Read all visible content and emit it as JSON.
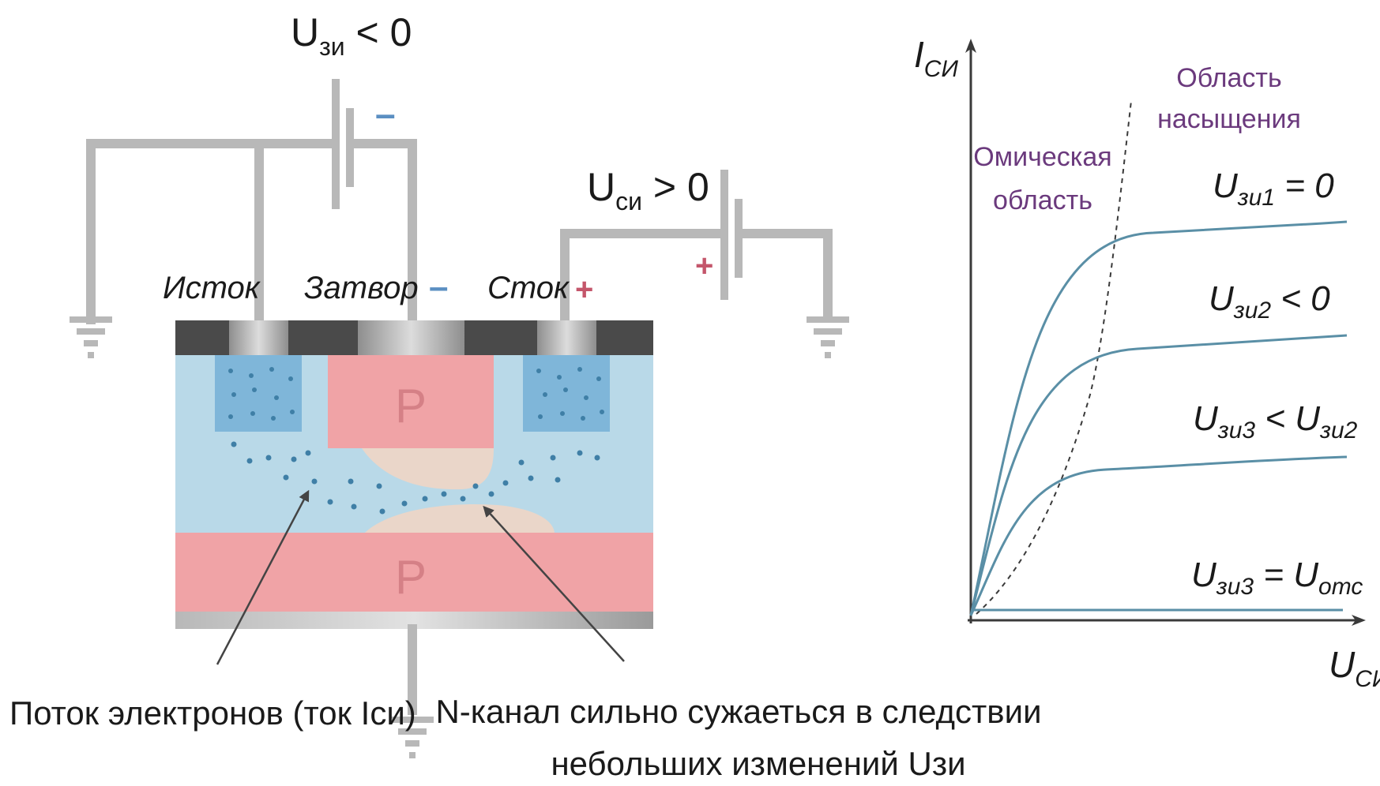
{
  "device": {
    "gate_voltage_label": {
      "main": "U",
      "sub": "зи",
      "rest": " < 0"
    },
    "drain_voltage_label": {
      "main": "U",
      "sub": "си",
      "rest": " > 0"
    },
    "source_label": "Исток",
    "gate_label": "Затвор",
    "drain_label": "Сток",
    "minus_sign": "–",
    "plus_sign": "+",
    "gate_region_letter": "P",
    "substrate_region_letter": "P",
    "electron_flow_caption": "Поток электронов (ток Iси)",
    "channel_caption_line1": "N-канал сильно сужаеться в следствии",
    "channel_caption_line2": "небольших изменений Uзи"
  },
  "graph": {
    "y_axis_label": {
      "main": "I",
      "sub": "СИ"
    },
    "x_axis_label": {
      "main": "U",
      "sub": "СИ"
    },
    "ohmic_region": {
      "line1": "Омическая",
      "line2": "область"
    },
    "saturation_region": {
      "line1": "Область",
      "line2": "насыщения"
    },
    "curve_labels": [
      {
        "a": "U",
        "as": "зи1",
        "mid": " = 0",
        "b": "",
        "bs": ""
      },
      {
        "a": "U",
        "as": "зи2",
        "mid": " < 0",
        "b": "",
        "bs": ""
      },
      {
        "a": "U",
        "as": "зи3",
        "mid": " < ",
        "b": "U",
        "bs": "зи2"
      },
      {
        "a": "U",
        "as": "зи3",
        "mid": " = ",
        "b": "U",
        "bs": "отс"
      }
    ]
  },
  "colors": {
    "wire": "#b8b8b8",
    "n_region": "#b9d9e8",
    "p_region": "#f0a3a6",
    "n_plus": "#7fb6d9",
    "depletion": "#ead6c9",
    "electron": "#3f7fa6",
    "curve": "#5a8fa6",
    "region_text": "#6b3a7d",
    "minus": "#5b8fc2",
    "plus": "#c4566b"
  }
}
